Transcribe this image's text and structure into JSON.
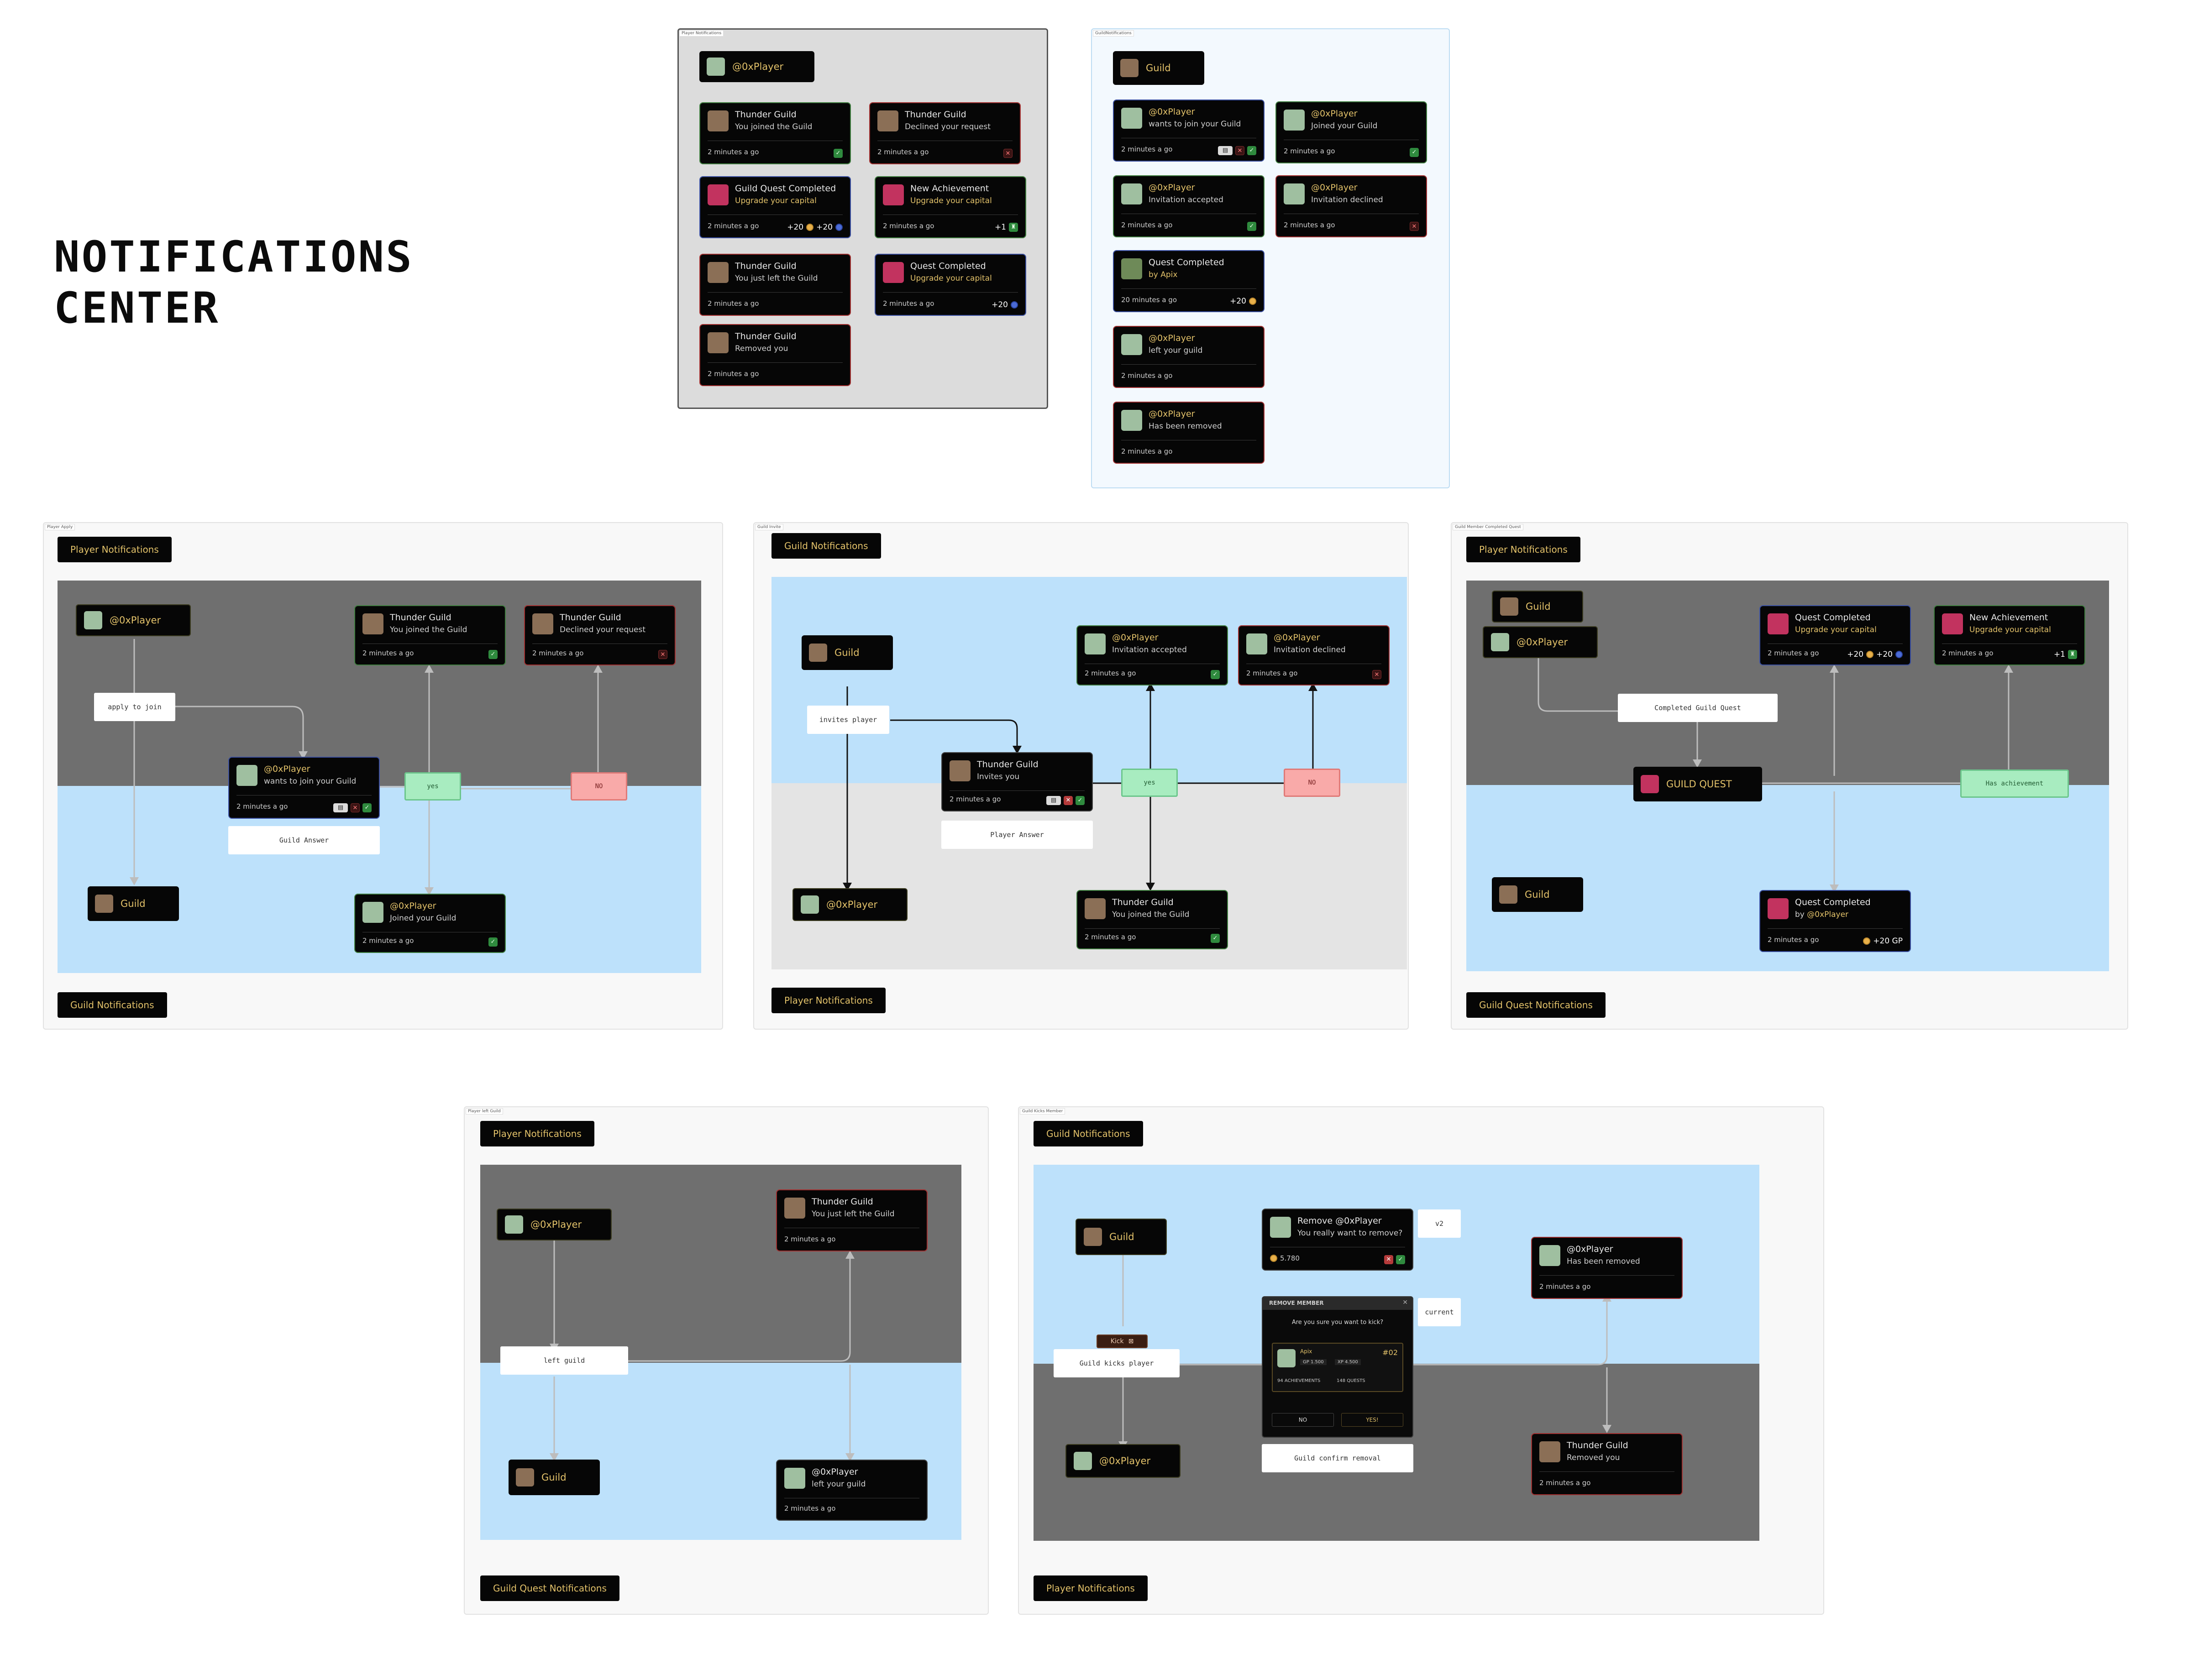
{
  "title": {
    "line1": "NOTIFICATIONS",
    "line2": "CENTER"
  },
  "frames": {
    "player_notifications": "Player Notifications",
    "guild_notifications": "GuildNotifications",
    "player_apply": "Player Apply",
    "guild_invite": "Guild Invite",
    "member_completed_quest": "Guild Member Completed Quest",
    "player_left": "Player left Guild",
    "guild_kicks": "Guild Kicks Member"
  },
  "names": {
    "player": "@0xPlayer",
    "guild": "Guild",
    "thunder": "Thunder Guild",
    "apix": "Apix"
  },
  "time": {
    "two": "2 minutes a go",
    "twenty": "20 minutes a go"
  },
  "msg": {
    "joined_guild": "You joined the Guild",
    "declined_request": "Declined your request",
    "guild_quest_completed": "Guild Quest Completed",
    "upgrade_capital": "Upgrade your capital",
    "new_achievement": "New Achievement",
    "just_left": "You just left the Guild",
    "quest_completed": "Quest Completed",
    "removed_you": "Removed you",
    "wants_join": "wants to join your Guild",
    "joined_your_guild": "Joined your Guild",
    "inv_accepted": "Invitation accepted",
    "inv_declined": "Invitation declined",
    "by_apix": "by Apix",
    "left_your_guild": "left your guild",
    "has_been_removed": "Has been removed",
    "invites_you": "Invites you",
    "by": "by",
    "remove_player": "Remove @0xPlayer",
    "really_remove": "You really want to remove?"
  },
  "rewards": {
    "p20": "+20",
    "p1": "+1",
    "p20gp": "+20 GP",
    "coins": "5.780"
  },
  "tags": {
    "player_notifications": "Player Notifications",
    "guild_notifications": "Guild Notifications",
    "guild_quest_notifications": "Guild Quest Notifications"
  },
  "flow": {
    "apply_to_join": "apply to join",
    "guild_answer": "Guild Answer",
    "yes": "yes",
    "no": "NO",
    "invites_player": "invites player",
    "player_answer": "Player Answer",
    "completed_guild_quest": "Completed Guild Quest",
    "guild_quest": "GUILD QUEST",
    "has_achievement": "Has achievement",
    "left_guild": "left guild",
    "kick": "Kick",
    "guild_kicks_player": "Guild kicks player",
    "guild_confirm_removal": "Guild confirm removal",
    "v2": "v2",
    "current": "current"
  },
  "modal": {
    "title": "REMOVE MEMBER",
    "question": "Are you sure you want to kick?",
    "rank": "#02",
    "gp": "GP 1.500",
    "xp": "XP 4.500",
    "achievements": "94 ACHIEVEMENTS",
    "quests": "148 QUESTS",
    "no": "NO",
    "yes": "YES!"
  },
  "colors": {
    "gold": "#e3c26a",
    "sky": "#bde1fb",
    "gray_band": "#6f6f6f",
    "light_band": "#e4e4e4",
    "yes_fill": "#a8ecc0",
    "no_fill": "#f9aaa9"
  },
  "icons": [
    "avatar-player-icon",
    "avatar-guild-icon",
    "avatar-quest-icon",
    "check-icon",
    "close-icon",
    "id-card-icon",
    "coin-icon",
    "gem-icon",
    "trophy-icon"
  ]
}
